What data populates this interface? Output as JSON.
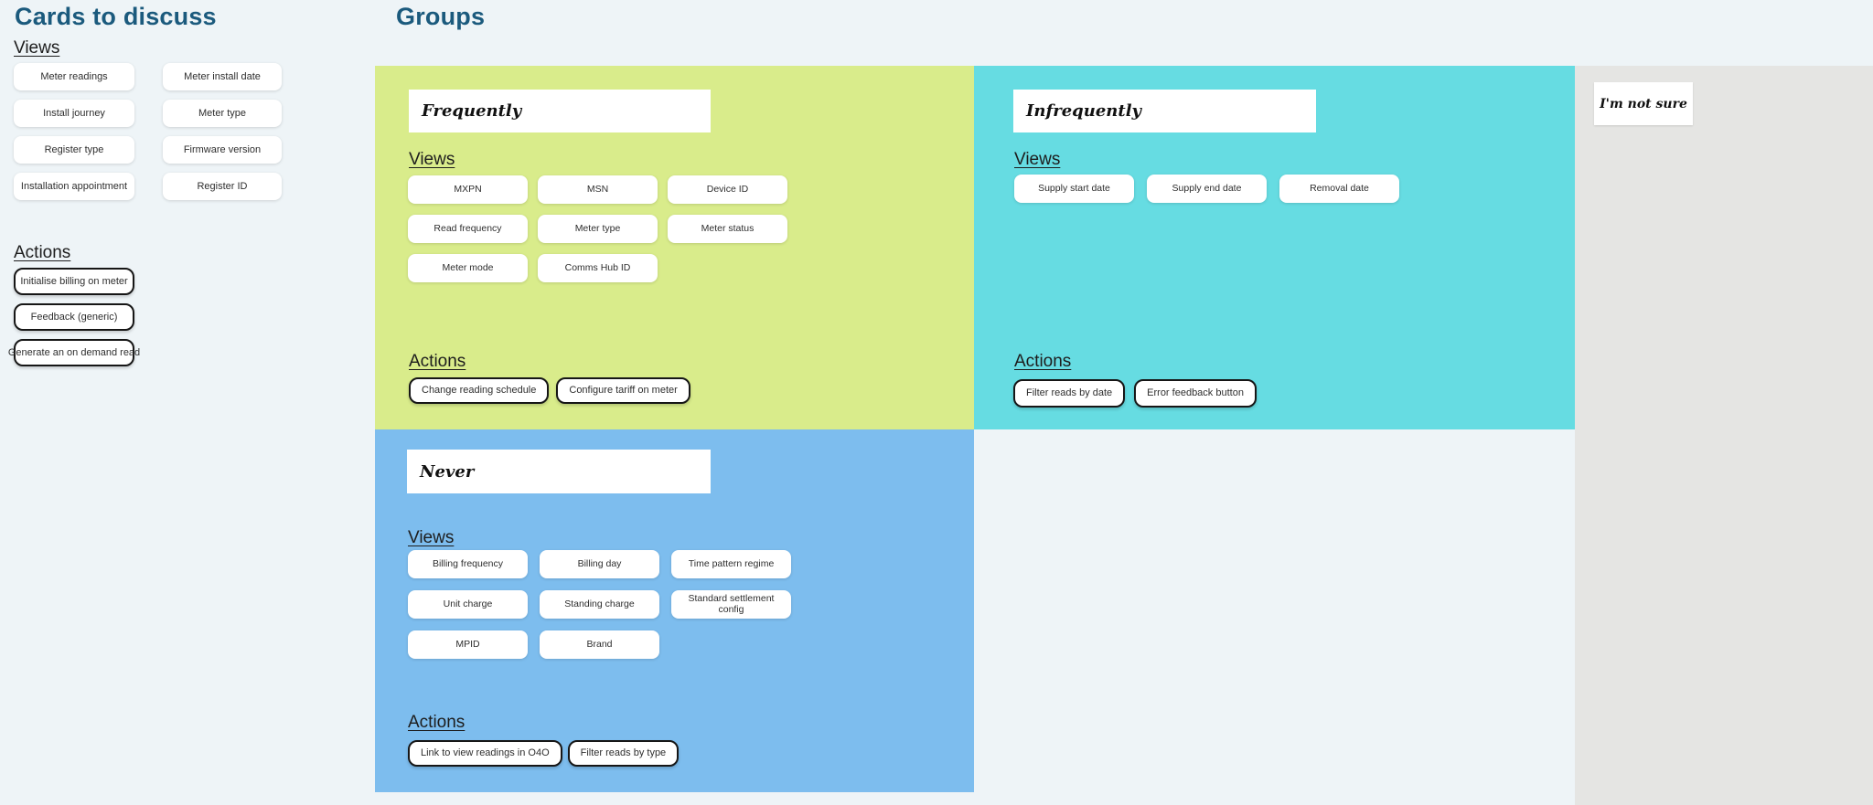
{
  "colors": {
    "background": "#eef4f7",
    "heading_text": "#1b5a7d",
    "group_frequently": "#d9ec8b",
    "group_infrequently": "#66dce2",
    "group_never": "#7dbdee",
    "group_unsure_panel": "#e5e5e3",
    "card_background": "#ffffff"
  },
  "left": {
    "title": "Cards to discuss",
    "views_heading": "Views",
    "views": [
      "Meter readings",
      "Meter install date",
      "Install journey",
      "Meter type",
      "Register type",
      "Firmware version",
      "Installation appointment",
      "Register ID"
    ],
    "actions_heading": "Actions",
    "actions": [
      "Initialise billing on meter",
      "Feedback (generic)",
      "Generate an on demand read"
    ]
  },
  "groups": {
    "title": "Groups",
    "frequently": {
      "title": "Frequently",
      "views_heading": "Views",
      "views": [
        "MXPN",
        "MSN",
        "Device ID",
        "Read frequency",
        "Meter type",
        "Meter status",
        "Meter mode",
        "Comms Hub ID"
      ],
      "actions_heading": "Actions",
      "actions": [
        "Change reading schedule",
        "Configure tariff on meter"
      ]
    },
    "infrequently": {
      "title": "Infrequently",
      "views_heading": "Views",
      "views": [
        "Supply start date",
        "Supply end date",
        "Removal date"
      ],
      "actions_heading": "Actions",
      "actions": [
        "Filter reads by date",
        "Error feedback button"
      ]
    },
    "never": {
      "title": "Never",
      "views_heading": "Views",
      "views": [
        "Billing frequency",
        "Billing day",
        "Time pattern regime",
        "Unit charge",
        "Standing charge",
        "Standard settlement config",
        "MPID",
        "Brand"
      ],
      "actions_heading": "Actions",
      "actions": [
        "Link to view readings in O4O",
        "Filter reads by type"
      ]
    },
    "unsure": {
      "title": "I'm not sure"
    }
  }
}
